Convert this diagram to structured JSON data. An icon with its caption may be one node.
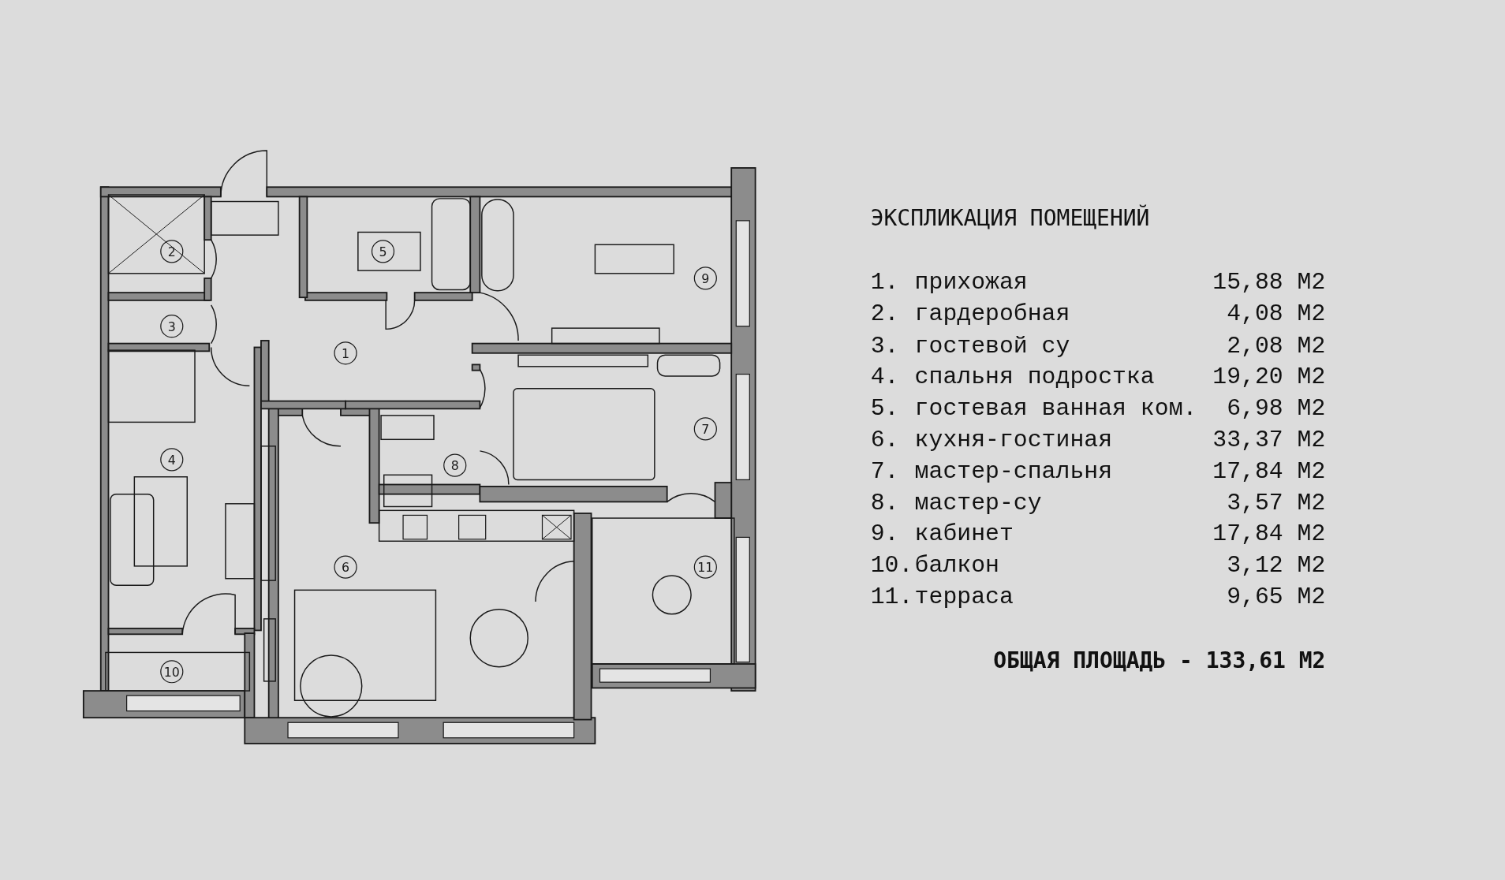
{
  "diagram": {
    "title": "ЭКСПЛИКАЦИЯ ПОМЕЩЕНИЙ",
    "labels": [
      "2",
      "5",
      "9",
      "3",
      "1",
      "7",
      "4",
      "8",
      "6",
      "11",
      "10",
      "1.",
      "прихожая",
      "15,88 М2",
      "2.",
      "гардеробная",
      "4,08 М2",
      "3.",
      "гостевой су",
      "2,08 М2",
      "4.",
      "спальня подростка",
      "19,20 М2",
      "5.",
      "гостевая ванная ком.",
      "6,98 М2",
      "6.",
      "кухня-гостиная",
      "33,37 М2",
      "7.",
      "мастер-спальня",
      "17,84 М2",
      "8.",
      "мастер-су",
      "3,57 М2",
      "9.",
      "кабинет",
      "17,84 М2",
      "10.",
      "балкон",
      "3,12 М2",
      "11.",
      "терраса",
      "9,65 М2",
      "ОБЩАЯ ПЛОЩАДЬ - 133,61 М2"
    ]
  }
}
